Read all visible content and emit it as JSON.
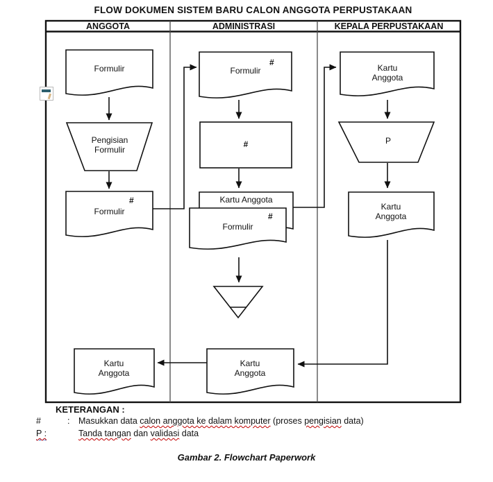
{
  "page": {
    "title": "FLOW DOKUMEN SISTEM BARU CALON ANGGOTA PERPUSTAKAAN",
    "caption": "Gambar 2. Flowchart Paperwork"
  },
  "columns": [
    {
      "label": "ANGGOTA"
    },
    {
      "label": "ADMINISTRASI"
    },
    {
      "label": "KEPALA PERPUSTAKAAN"
    }
  ],
  "nodes": {
    "anggota_formulir_blank": {
      "label": "Formulir"
    },
    "anggota_pengisian": {
      "label": "Pengisian Formulir"
    },
    "anggota_formulir_filled": {
      "label": "Formulir",
      "mark": "#"
    },
    "admin_formulir_in": {
      "label": "Formulir",
      "mark": "#"
    },
    "admin_input_process": {
      "label": "#"
    },
    "admin_kartu_back": {
      "label": "Kartu Anggota"
    },
    "admin_formulir_front": {
      "label": "Formulir",
      "mark": "#"
    },
    "kepala_kartu_in": {
      "label": "Kartu Anggota"
    },
    "kepala_validasi": {
      "label": "P"
    },
    "kepala_kartu_out": {
      "label": "Kartu Anggota"
    },
    "admin_kartu_out": {
      "label": "Kartu Anggota"
    },
    "anggota_kartu_final": {
      "label": "Kartu Anggota"
    }
  },
  "keterangan": {
    "heading": "KETERANGAN :",
    "items": [
      {
        "term": "#",
        "sep": ":",
        "parts": [
          "Masukkan data ",
          "calon anggota ke dalam komputer",
          " (proses ",
          "pengisian",
          " data)"
        ]
      },
      {
        "term": "P :",
        "sep": "",
        "parts": [
          "Tanda tangan",
          " dan ",
          "validasi",
          " data"
        ]
      }
    ]
  },
  "colors": {
    "line": "#111111",
    "spellcheck_red": "#c00000",
    "grammar_blue": "#3b6cc7",
    "icon_teal": "#2d5f6d",
    "icon_tan": "#cfa76b"
  }
}
